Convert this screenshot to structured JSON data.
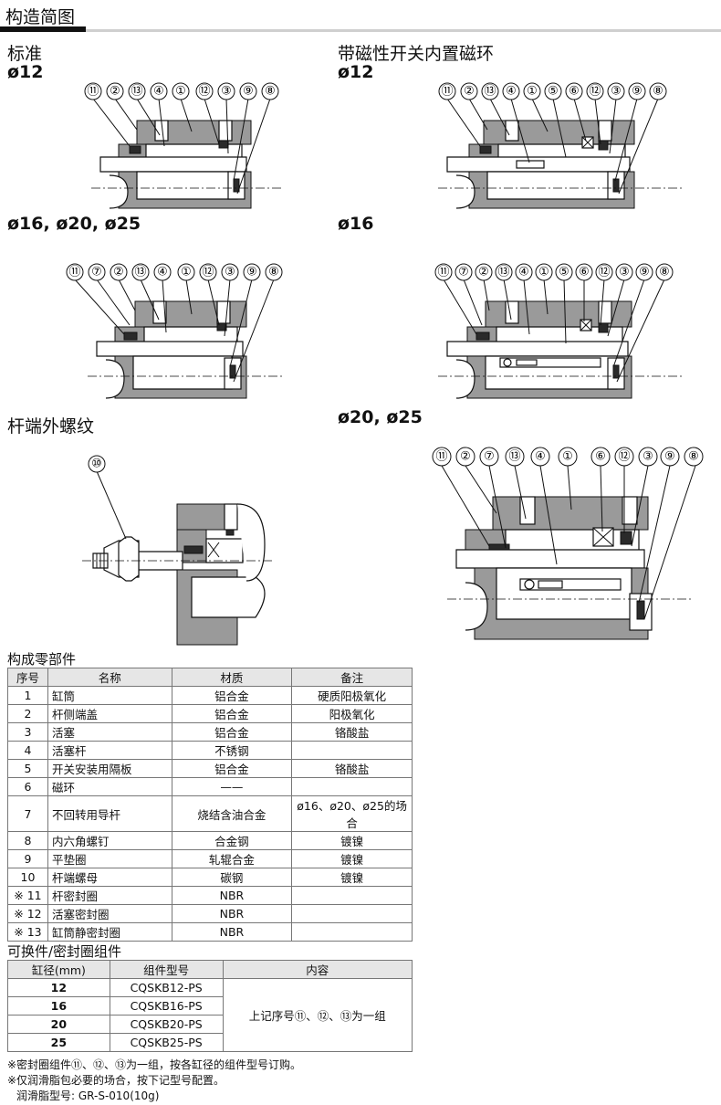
{
  "header": {
    "title": "构造简图"
  },
  "sections": {
    "standard": "标准",
    "magnet": "带磁性开关内置磁环",
    "rod_thread": "杆端外螺纹"
  },
  "sizes": {
    "std_12": "ø12",
    "std_16_25": "ø16, ø20, ø25",
    "mag_12": "ø12",
    "mag_16": "ø16",
    "mag_20_25": "ø20, ø25"
  },
  "callouts": {
    "fig_std12": [
      "⑪",
      "②",
      "⑬",
      "④",
      "①",
      "⑫",
      "③",
      "⑨",
      "⑧"
    ],
    "fig_std16": [
      "⑪",
      "⑦",
      "②",
      "⑬",
      "④",
      "①",
      "⑫",
      "③",
      "⑨",
      "⑧"
    ],
    "fig_mag12": [
      "⑪",
      "②",
      "⑬",
      "④",
      "①",
      "⑤",
      "⑥",
      "⑫",
      "③",
      "⑨",
      "⑧"
    ],
    "fig_mag16": [
      "⑪",
      "⑦",
      "②",
      "⑬",
      "④",
      "①",
      "⑤",
      "⑥",
      "⑫",
      "③",
      "⑨",
      "⑧"
    ],
    "fig_rod": [
      "⑩"
    ],
    "fig_mag20": [
      "⑪",
      "②",
      "⑦",
      "⑬",
      "④",
      "①",
      "⑥",
      "⑫",
      "③",
      "⑨",
      "⑧"
    ]
  },
  "parts": {
    "title": "构成零部件",
    "headers": [
      "序号",
      "名称",
      "材质",
      "备注"
    ],
    "rows": [
      {
        "no": "1",
        "name": "缸筒",
        "material": "铝合金",
        "note": "硬质阳极氧化"
      },
      {
        "no": "2",
        "name": "杆侧端盖",
        "material": "铝合金",
        "note": "阳极氧化"
      },
      {
        "no": "3",
        "name": "活塞",
        "material": "铝合金",
        "note": "铬酸盐"
      },
      {
        "no": "4",
        "name": "活塞杆",
        "material": "不锈钢",
        "note": ""
      },
      {
        "no": "5",
        "name": "开关安装用隔板",
        "material": "铝合金",
        "note": "铬酸盐"
      },
      {
        "no": "6",
        "name": "磁环",
        "material": "——",
        "note": ""
      },
      {
        "no": "7",
        "name": "不回转用导杆",
        "material": "烧结含油合金",
        "note": "ø16、ø20、ø25的场合"
      },
      {
        "no": "8",
        "name": "内六角螺钉",
        "material": "合金钢",
        "note": "镀镍"
      },
      {
        "no": "9",
        "name": "平垫圈",
        "material": "轧辊合金",
        "note": "镀镍"
      },
      {
        "no": "10",
        "name": "杆端螺母",
        "material": "碳钢",
        "note": "镀镍"
      },
      {
        "no": "※ 11",
        "name": "杆密封圈",
        "material": "NBR",
        "note": ""
      },
      {
        "no": "※ 12",
        "name": "活塞密封圈",
        "material": "NBR",
        "note": ""
      },
      {
        "no": "※ 13",
        "name": "缸筒静密封圈",
        "material": "NBR",
        "note": ""
      }
    ]
  },
  "kits": {
    "title": "可换件/密封圈组件",
    "headers": [
      "缸径(mm)",
      "组件型号",
      "内容"
    ],
    "rows": [
      {
        "bore": "12",
        "model": "CQSKB12-PS"
      },
      {
        "bore": "16",
        "model": "CQSKB16-PS"
      },
      {
        "bore": "20",
        "model": "CQSKB20-PS"
      },
      {
        "bore": "25",
        "model": "CQSKB25-PS"
      }
    ],
    "content": "上记序号⑪、⑫、⑬为一组"
  },
  "notes": [
    "※密封圈组件⑪、⑫、⑬为一组，按各缸径的组件型号订购。",
    "※仅润滑脂包必要的场合，按下记型号配置。",
    "润滑脂型号: GR-S-010(10g)"
  ]
}
